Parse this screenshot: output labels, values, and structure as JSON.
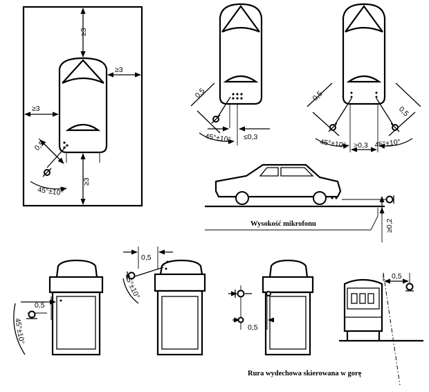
{
  "labels": {
    "min3": "≥3",
    "dist05": "0,5",
    "angle": "45°±10°",
    "le03": "≤0,3",
    "gt03": ">0,3",
    "ge02": "≥0,2",
    "mic_height": "Wysokość mikrofonu",
    "exhaust_up": "Rura wydechowa skierowana w gorę"
  }
}
